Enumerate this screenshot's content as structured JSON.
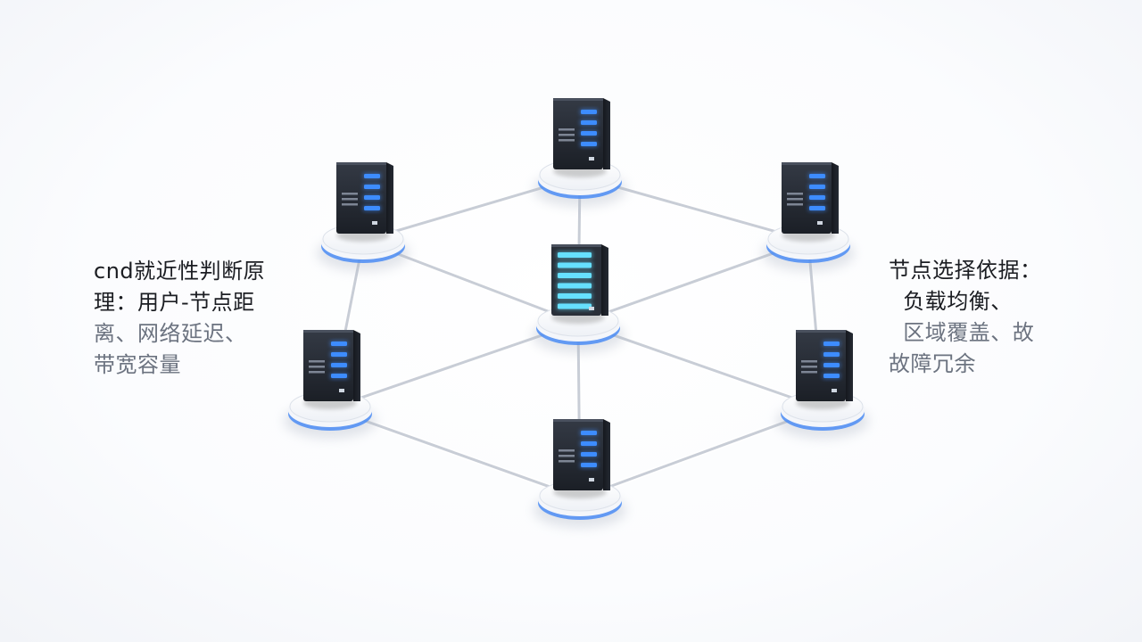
{
  "captions": {
    "left": {
      "lines": [
        {
          "text": "cnd就近性判断原",
          "tone": "dark"
        },
        {
          "text": "理：用户-节点距",
          "tone": "dark"
        },
        {
          "text": "离、网络延迟、",
          "tone": "light"
        },
        {
          "text": "带宽容量",
          "tone": "light"
        }
      ]
    },
    "right": {
      "lines": [
        {
          "text": "节点选择依据：",
          "tone": "dark"
        },
        {
          "text": "  负载均衡、",
          "tone": "dark"
        },
        {
          "text": "  区域覆盖、故",
          "tone": "light"
        },
        {
          "text": "故障冗余",
          "tone": "light"
        }
      ]
    }
  },
  "colors": {
    "server_body": "#23272f",
    "server_light": "#3d8cff",
    "center_light": "#66e0ff",
    "platform_ring": "#4b8cf5",
    "link_line": "#c8cdd6"
  },
  "nodes": [
    {
      "id": "top",
      "kind": "edge"
    },
    {
      "id": "upper-left",
      "kind": "edge"
    },
    {
      "id": "upper-right",
      "kind": "edge"
    },
    {
      "id": "center",
      "kind": "core"
    },
    {
      "id": "lower-left",
      "kind": "edge"
    },
    {
      "id": "lower-right",
      "kind": "edge"
    },
    {
      "id": "bottom",
      "kind": "edge"
    }
  ],
  "links": [
    [
      "top",
      "upper-left"
    ],
    [
      "top",
      "upper-right"
    ],
    [
      "top",
      "center"
    ],
    [
      "upper-left",
      "center"
    ],
    [
      "upper-right",
      "center"
    ],
    [
      "upper-left",
      "lower-left"
    ],
    [
      "upper-right",
      "lower-right"
    ],
    [
      "lower-left",
      "center"
    ],
    [
      "lower-right",
      "center"
    ],
    [
      "lower-left",
      "bottom"
    ],
    [
      "lower-right",
      "bottom"
    ],
    [
      "center",
      "bottom"
    ]
  ]
}
